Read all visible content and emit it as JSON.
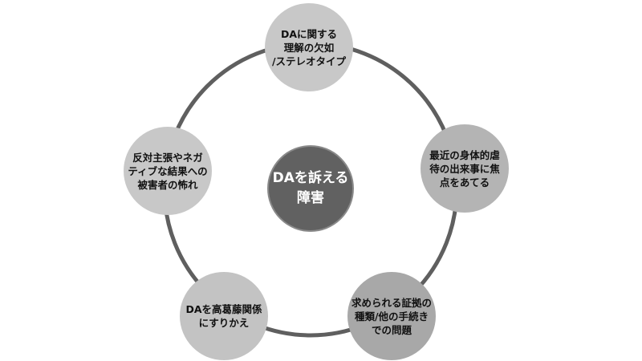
{
  "diagram": {
    "colors": {
      "ring": "#5f5f5f",
      "center_fill": "#616161",
      "outer_fill": "#c3c3c3"
    },
    "center": {
      "label": "DAを訴える\n障害"
    },
    "nodes": [
      {
        "label": "DAに関する\n理解の欠如\n/ステレオタイプ"
      },
      {
        "label": "最近の身体的虐\n待の出来事に焦\n点をあてる"
      },
      {
        "label": "求められる証拠の\n種類/他の手続き\nでの問題"
      },
      {
        "label": "DAを高葛藤関係\nにすりかえ"
      },
      {
        "label": "反対主張やネガ\nティブな結果への\n被害者の怖れ"
      }
    ]
  }
}
